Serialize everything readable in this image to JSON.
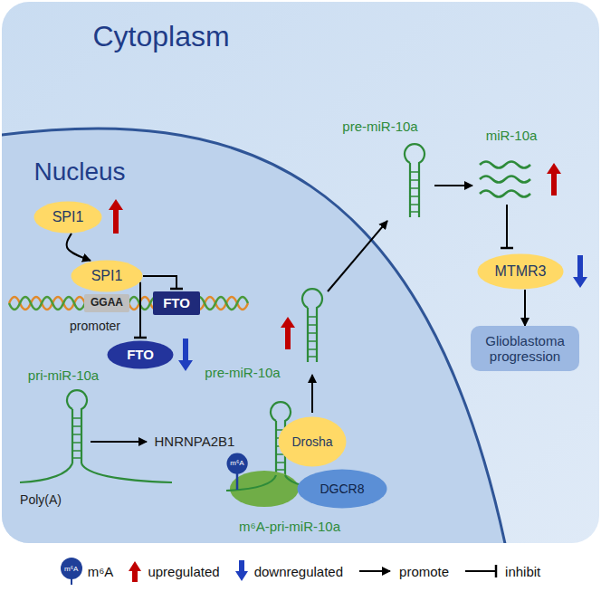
{
  "diagram": {
    "nodes": [
      {
        "text": [
          "SPI1"
        ]
      },
      {
        "text": [
          "SPI1"
        ]
      },
      {
        "text": [
          "GGAA"
        ]
      },
      {
        "text": [
          "FTO"
        ]
      },
      {
        "text": [
          "FTO"
        ]
      },
      {
        "text": [
          "m⁶A"
        ]
      },
      {
        "text": [
          "Drosha"
        ]
      },
      {
        "text": [
          "DGCR8"
        ]
      },
      {
        "text": [
          "MTMR3"
        ]
      },
      {
        "text": [
          "Glioblastoma progression"
        ]
      }
    ],
    "edges": [
      {
        "from": 0,
        "to": 1,
        "arrow": "to"
      },
      {
        "from": 1,
        "to": 3,
        "arrow": "to"
      },
      {
        "from": 1,
        "to": 4,
        "arrow": "to"
      },
      {
        "from": 8,
        "to": 9,
        "arrow": "to"
      }
    ],
    "labels": [
      "Cytoplasm",
      "Nucleus",
      "promoter",
      "pri-miR-10a",
      "Poly(A)",
      "HNRNPA2B1",
      "m⁶A-pri-miR-10a",
      "pre-miR-10a",
      "pre-miR-10a",
      "miR-10a",
      "m⁶A"
    ],
    "legend": [
      {
        "text": "m⁶A"
      },
      {
        "text": "upregulated"
      },
      {
        "text": "downregulated"
      },
      {
        "text": "promote"
      },
      {
        "text": "inhibit"
      }
    ]
  }
}
